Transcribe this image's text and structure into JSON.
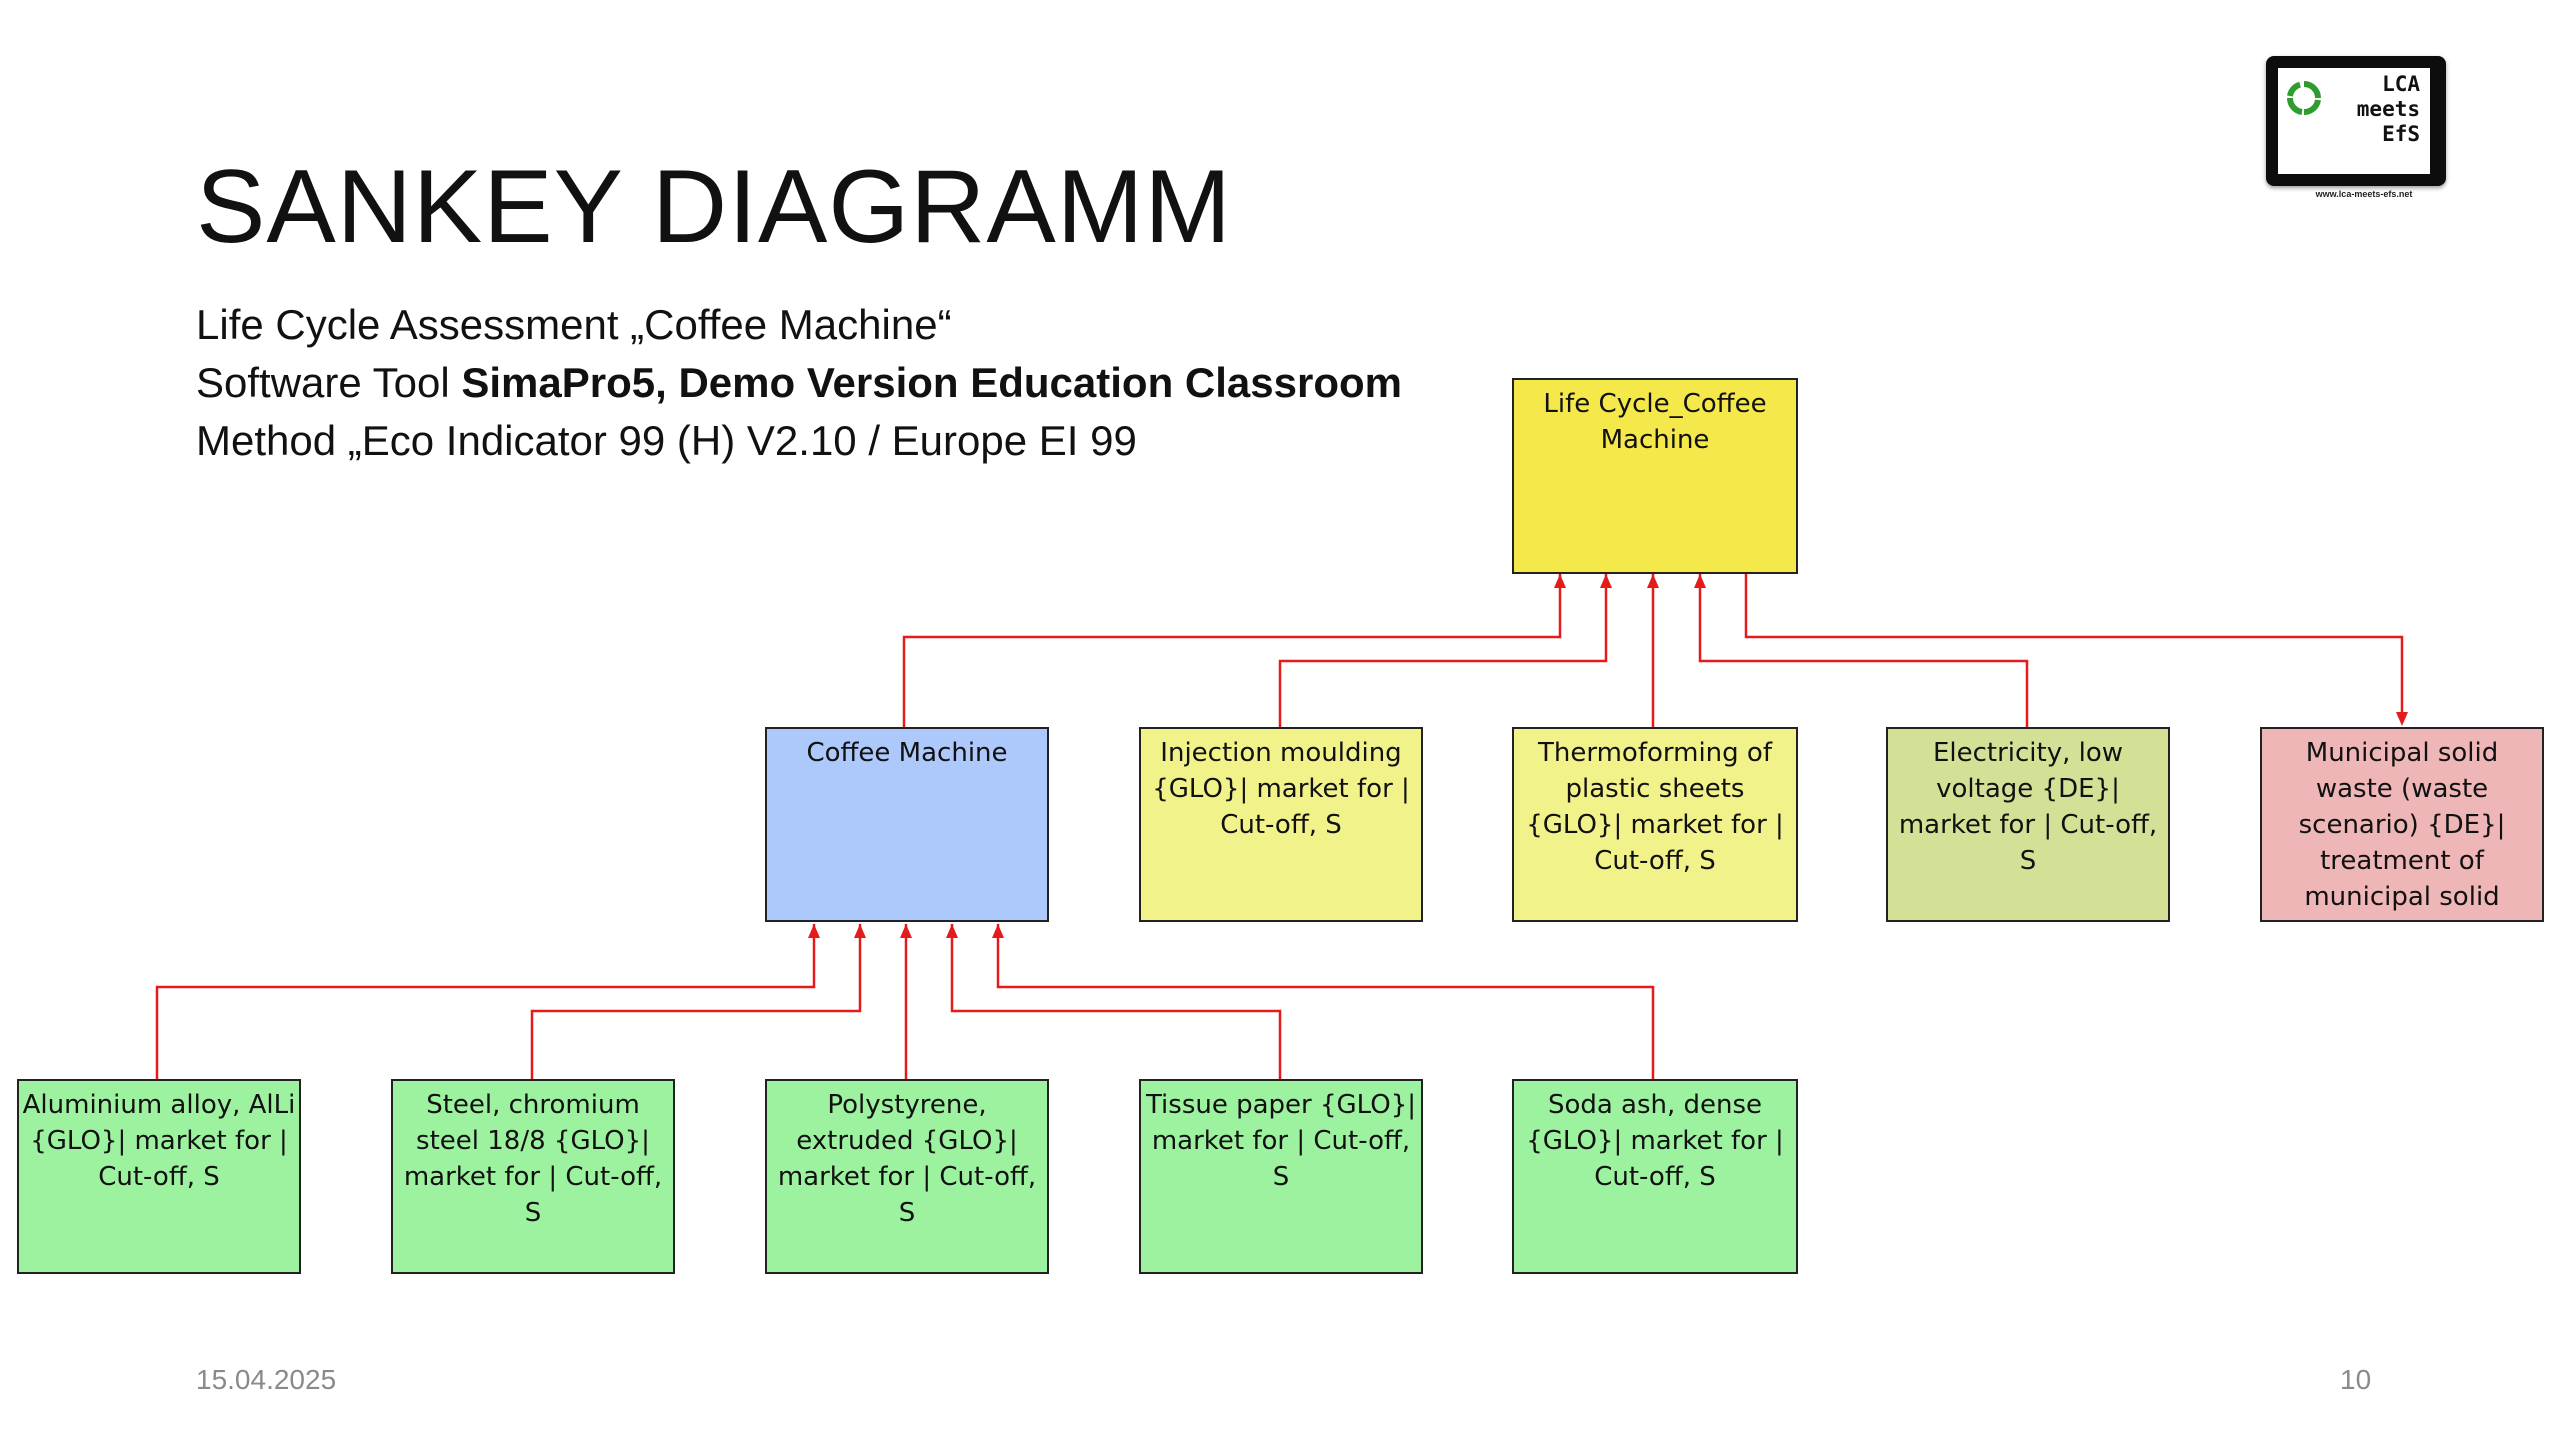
{
  "slide": {
    "title": "SANKEY DIAGRAMM",
    "subtitle": {
      "line1": "Life Cycle Assessment „Coffee Machine“",
      "line2_prefix": "Software Tool ",
      "line2_bold": "SimaPro5,  Demo Version Education Classroom",
      "line3": "Method „Eco Indicator 99 (H) V2.10 / Europe EI 99"
    },
    "date": "15.04.2025",
    "page_number": "10"
  },
  "logo": {
    "text": "LCA\nmeets\nEfS",
    "url": "www.lca-meets-efs.net",
    "ring_color": "#2e9c2e"
  },
  "colors": {
    "arrow": "#e41b1b",
    "root": "#f5e84a",
    "assembly": "#adc8fb",
    "process": "#f2f28a",
    "energy": "#d3e197",
    "waste": "#eeb6b6",
    "material": "#9cf29e"
  },
  "nodes": {
    "life_cycle": "Life Cycle_Coffee Machine",
    "coffee_machine": "Coffee Machine",
    "injection_moulding": "Injection moulding {GLO}| market for | Cut-off, S",
    "thermoforming": "Thermoforming of plastic sheets {GLO}| market for | Cut-off, S",
    "electricity": "Electricity, low voltage {DE}| market for | Cut-off, S",
    "municipal_waste": "Municipal solid waste (waste scenario) {DE}| treatment of municipal solid waste, incineration |",
    "aluminium": "Aluminium alloy, AlLi {GLO}| market for | Cut-off, S",
    "steel": "Steel, chromium steel 18/8 {GLO}| market for | Cut-off, S",
    "polystyrene": "Polystyrene, extruded {GLO}| market for | Cut-off, S",
    "tissue_paper": "Tissue paper {GLO}| market for | Cut-off, S",
    "soda_ash": "Soda ash, dense {GLO}| market for | Cut-off, S"
  }
}
